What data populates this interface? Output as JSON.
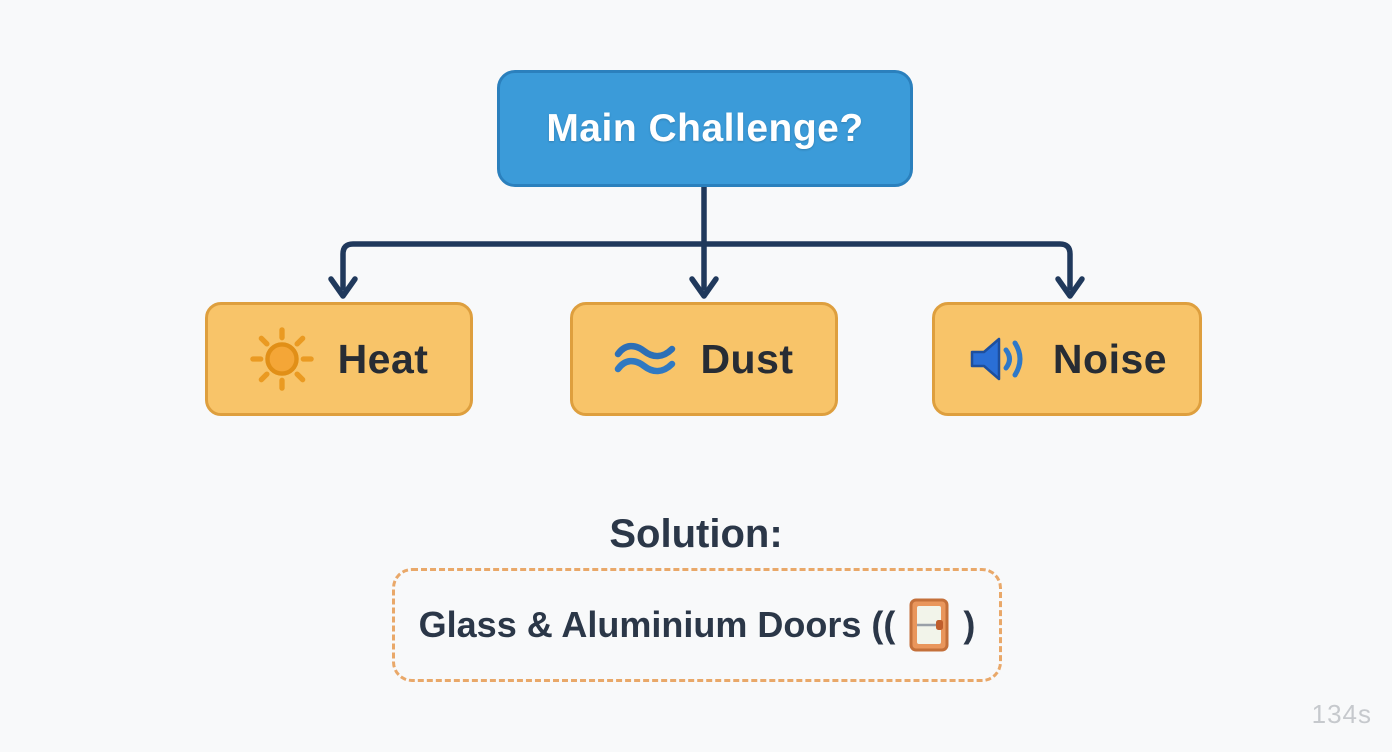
{
  "diagram": {
    "root": {
      "label": "Main Challenge?"
    },
    "children": [
      {
        "label": "Heat",
        "icon": "sun-icon"
      },
      {
        "label": "Dust",
        "icon": "waves-icon"
      },
      {
        "label": "Noise",
        "icon": "speaker-icon"
      }
    ],
    "solution": {
      "heading": "Solution:",
      "text_before": "Glass & Aluminium Doors ((",
      "icon": "door-icon",
      "text_after": ")"
    },
    "watermark": "134s",
    "colors": {
      "background": "#f8f9fa",
      "root_fill": "#3b9bd9",
      "root_border": "#2b80bd",
      "root_text": "#ffffff",
      "child_fill": "#f8c469",
      "child_border": "#de9f3e",
      "child_text": "#272c34",
      "connector": "#20395c",
      "solution_text": "#2b3748",
      "solution_dash_border": "#e9a869",
      "watermark_text": "#c6c9cd"
    }
  }
}
